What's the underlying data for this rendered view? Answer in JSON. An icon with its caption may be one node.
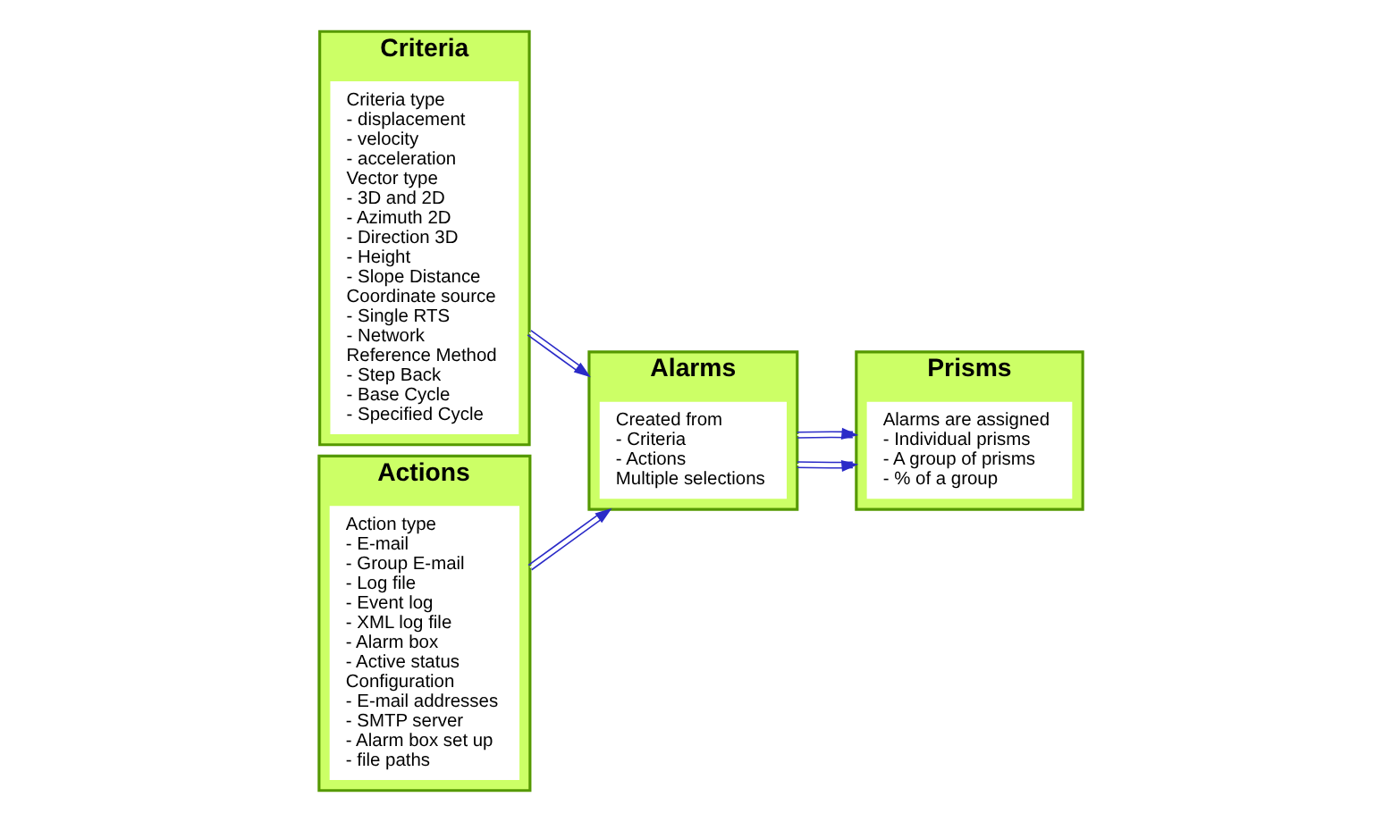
{
  "diagram": {
    "nodes": [
      {
        "text": [
          "Criteria"
        ]
      },
      {
        "text": [
          "Criteria type",
          "- displacement",
          "- velocity",
          "- acceleration",
          "Vector type",
          "- 3D and 2D",
          "- Azimuth 2D",
          "- Direction 3D",
          "- Height",
          "- Slope Distance",
          "Coordinate source",
          "- Single RTS",
          "- Network",
          "Reference Method",
          "- Step Back",
          "- Base Cycle",
          "- Specified Cycle"
        ],
        "in": 0
      },
      {
        "text": [
          "Alarms"
        ]
      },
      {
        "text": [
          "Created from",
          "- Criteria",
          "- Actions",
          "Multiple selections"
        ],
        "in": 2
      },
      {
        "text": [
          "Actions"
        ]
      },
      {
        "text": [
          "Action type",
          "- E-mail",
          "- Group E-mail",
          "- Log file",
          "- Event log",
          "- XML log file",
          "- Alarm box",
          "- Active status",
          "Configuration",
          "- E-mail addresses",
          "- SMTP server",
          "- Alarm box set up",
          "- file paths"
        ],
        "in": 4
      },
      {
        "text": [
          "Prisms"
        ]
      },
      {
        "text": [
          "Alarms are assigned",
          "- Individual prisms",
          "- A group of prisms",
          "- % of a group"
        ],
        "in": 6
      }
    ],
    "edges": [
      {
        "from": 0,
        "to": 2,
        "arrow": "to"
      },
      {
        "from": 4,
        "to": 2,
        "arrow": "to"
      },
      {
        "from": 2,
        "to": 6,
        "arrow": "to"
      },
      {
        "from": 2,
        "to": 6,
        "arrow": "to"
      }
    ]
  }
}
